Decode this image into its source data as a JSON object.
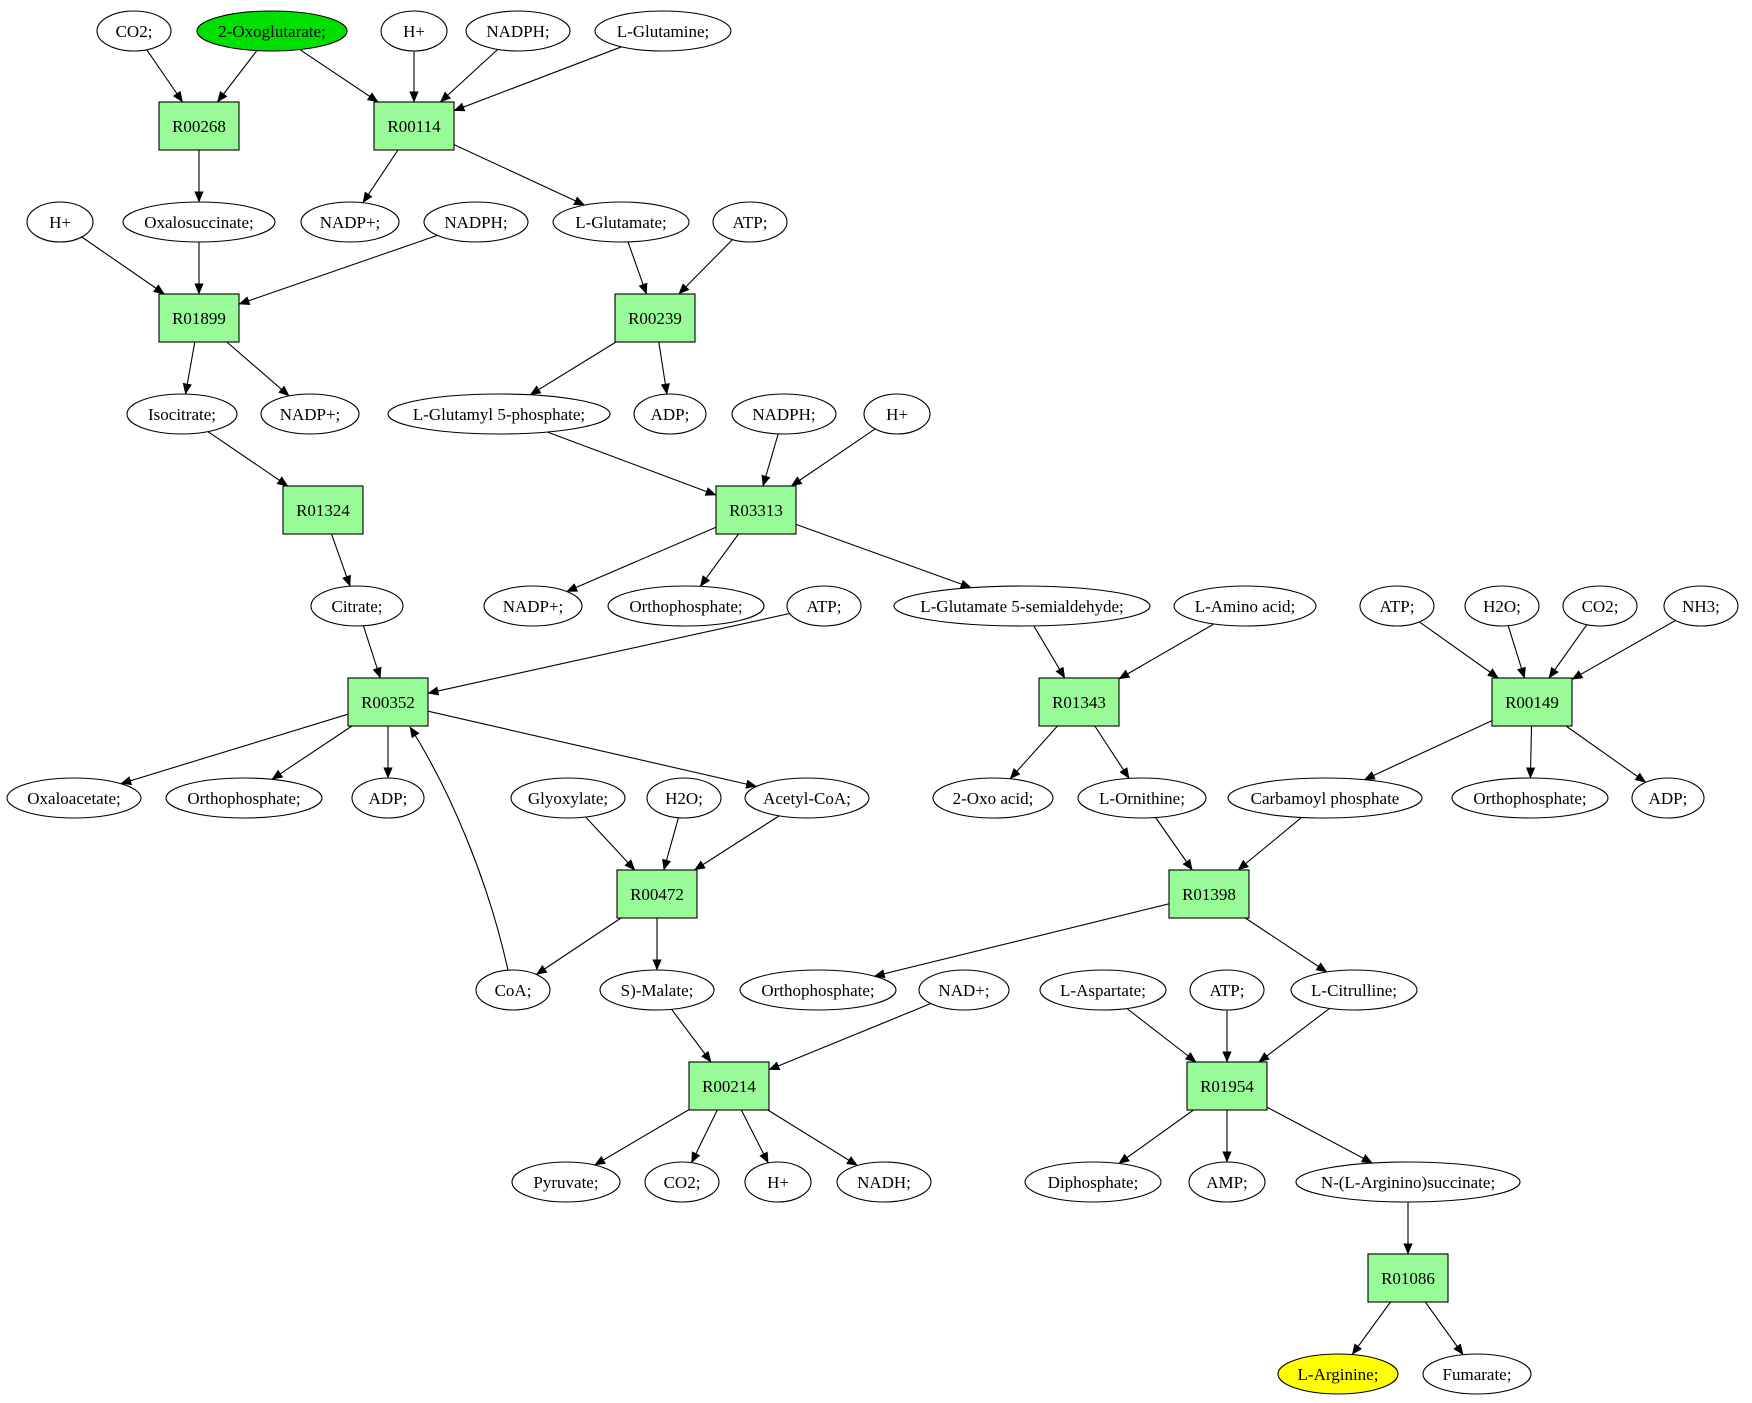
{
  "colors": {
    "reaction_fill": "#98fb98",
    "compound_fill": "#ffffff",
    "source_fill": "#00e000",
    "target_fill": "#ffff00",
    "stroke": "#000000"
  },
  "nodes": [
    {
      "id": "co2_1",
      "label": "CO2;",
      "kind": "compound"
    },
    {
      "id": "oxoglut",
      "label": "2-Oxoglutarate;",
      "kind": "source"
    },
    {
      "id": "hplus_1",
      "label": "H+",
      "kind": "compound"
    },
    {
      "id": "nadph_1",
      "label": "NADPH;",
      "kind": "compound"
    },
    {
      "id": "glutamine",
      "label": "L-Glutamine;",
      "kind": "compound"
    },
    {
      "id": "r00268",
      "label": "R00268",
      "kind": "reaction"
    },
    {
      "id": "r00114",
      "label": "R00114",
      "kind": "reaction"
    },
    {
      "id": "hplus_2",
      "label": "H+",
      "kind": "compound"
    },
    {
      "id": "oxalosucc",
      "label": "Oxalosuccinate;",
      "kind": "compound"
    },
    {
      "id": "nadpplus_1",
      "label": "NADP+;",
      "kind": "compound"
    },
    {
      "id": "nadph_2",
      "label": "NADPH;",
      "kind": "compound"
    },
    {
      "id": "glutamate",
      "label": "L-Glutamate;",
      "kind": "compound"
    },
    {
      "id": "atp_1",
      "label": "ATP;",
      "kind": "compound"
    },
    {
      "id": "r01899",
      "label": "R01899",
      "kind": "reaction"
    },
    {
      "id": "r00239",
      "label": "R00239",
      "kind": "reaction"
    },
    {
      "id": "isocitrate",
      "label": "Isocitrate;",
      "kind": "compound"
    },
    {
      "id": "nadpplus_2",
      "label": "NADP+;",
      "kind": "compound"
    },
    {
      "id": "glutamyl5p",
      "label": "L-Glutamyl 5-phosphate;",
      "kind": "compound"
    },
    {
      "id": "adp_1",
      "label": "ADP;",
      "kind": "compound"
    },
    {
      "id": "nadph_3",
      "label": "NADPH;",
      "kind": "compound"
    },
    {
      "id": "hplus_3",
      "label": "H+",
      "kind": "compound"
    },
    {
      "id": "r01324",
      "label": "R01324",
      "kind": "reaction"
    },
    {
      "id": "r03313",
      "label": "R03313",
      "kind": "reaction"
    },
    {
      "id": "citrate",
      "label": "Citrate;",
      "kind": "compound"
    },
    {
      "id": "nadpplus_3",
      "label": "NADP+;",
      "kind": "compound"
    },
    {
      "id": "orthop_1",
      "label": "Orthophosphate;",
      "kind": "compound"
    },
    {
      "id": "atp_2",
      "label": "ATP;",
      "kind": "compound"
    },
    {
      "id": "glusemi",
      "label": "L-Glutamate 5-semialdehyde;",
      "kind": "compound"
    },
    {
      "id": "lamino",
      "label": "L-Amino acid;",
      "kind": "compound"
    },
    {
      "id": "atp_3",
      "label": "ATP;",
      "kind": "compound"
    },
    {
      "id": "h2o_1",
      "label": "H2O;",
      "kind": "compound"
    },
    {
      "id": "co2_2",
      "label": "CO2;",
      "kind": "compound"
    },
    {
      "id": "nh3",
      "label": "NH3;",
      "kind": "compound"
    },
    {
      "id": "r00352",
      "label": "R00352",
      "kind": "reaction"
    },
    {
      "id": "r01343",
      "label": "R01343",
      "kind": "reaction"
    },
    {
      "id": "r00149",
      "label": "R00149",
      "kind": "reaction"
    },
    {
      "id": "oxaloacetate",
      "label": "Oxaloacetate;",
      "kind": "compound"
    },
    {
      "id": "orthop_2",
      "label": "Orthophosphate;",
      "kind": "compound"
    },
    {
      "id": "adp_2",
      "label": "ADP;",
      "kind": "compound"
    },
    {
      "id": "glyoxylate",
      "label": "Glyoxylate;",
      "kind": "compound"
    },
    {
      "id": "h2o_2",
      "label": "H2O;",
      "kind": "compound"
    },
    {
      "id": "acetylcoa",
      "label": "Acetyl-CoA;",
      "kind": "compound"
    },
    {
      "id": "oxoacid",
      "label": "2-Oxo acid;",
      "kind": "compound"
    },
    {
      "id": "ornithine",
      "label": "L-Ornithine;",
      "kind": "compound"
    },
    {
      "id": "carbamoyl",
      "label": "Carbamoyl phosphate",
      "kind": "compound"
    },
    {
      "id": "orthop_3",
      "label": "Orthophosphate;",
      "kind": "compound"
    },
    {
      "id": "adp_3",
      "label": "ADP;",
      "kind": "compound"
    },
    {
      "id": "r00472",
      "label": "R00472",
      "kind": "reaction"
    },
    {
      "id": "r01398",
      "label": "R01398",
      "kind": "reaction"
    },
    {
      "id": "coa",
      "label": "CoA;",
      "kind": "compound"
    },
    {
      "id": "smalate",
      "label": "S)-Malate;",
      "kind": "compound"
    },
    {
      "id": "orthop_4",
      "label": "Orthophosphate;",
      "kind": "compound"
    },
    {
      "id": "nadplus",
      "label": "NAD+;",
      "kind": "compound"
    },
    {
      "id": "aspartate",
      "label": "L-Aspartate;",
      "kind": "compound"
    },
    {
      "id": "atp_4",
      "label": "ATP;",
      "kind": "compound"
    },
    {
      "id": "citrulline",
      "label": "L-Citrulline;",
      "kind": "compound"
    },
    {
      "id": "r00214",
      "label": "R00214",
      "kind": "reaction"
    },
    {
      "id": "r01954",
      "label": "R01954",
      "kind": "reaction"
    },
    {
      "id": "pyruvate",
      "label": "Pyruvate;",
      "kind": "compound"
    },
    {
      "id": "co2_3",
      "label": "CO2;",
      "kind": "compound"
    },
    {
      "id": "hplus_4",
      "label": "H+",
      "kind": "compound"
    },
    {
      "id": "nadh",
      "label": "NADH;",
      "kind": "compound"
    },
    {
      "id": "diphosphate",
      "label": "Diphosphate;",
      "kind": "compound"
    },
    {
      "id": "amp",
      "label": "AMP;",
      "kind": "compound"
    },
    {
      "id": "arginosucc",
      "label": "N-(L-Arginino)succinate;",
      "kind": "compound"
    },
    {
      "id": "r01086",
      "label": "R01086",
      "kind": "reaction"
    },
    {
      "id": "arginine",
      "label": "L-Arginine;",
      "kind": "target"
    },
    {
      "id": "fumarate",
      "label": "Fumarate;",
      "kind": "compound"
    }
  ],
  "edges": [
    [
      "co2_1",
      "r00268"
    ],
    [
      "oxoglut",
      "r00268"
    ],
    [
      "oxoglut",
      "r00114"
    ],
    [
      "hplus_1",
      "r00114"
    ],
    [
      "nadph_1",
      "r00114"
    ],
    [
      "glutamine",
      "r00114"
    ],
    [
      "r00268",
      "oxalosucc"
    ],
    [
      "r00114",
      "nadpplus_1"
    ],
    [
      "r00114",
      "glutamate"
    ],
    [
      "hplus_2",
      "r01899"
    ],
    [
      "oxalosucc",
      "r01899"
    ],
    [
      "nadph_2",
      "r01899"
    ],
    [
      "glutamate",
      "r00239"
    ],
    [
      "atp_1",
      "r00239"
    ],
    [
      "r01899",
      "isocitrate"
    ],
    [
      "r01899",
      "nadpplus_2"
    ],
    [
      "r00239",
      "glutamyl5p"
    ],
    [
      "r00239",
      "adp_1"
    ],
    [
      "isocitrate",
      "r01324"
    ],
    [
      "glutamyl5p",
      "r03313"
    ],
    [
      "nadph_3",
      "r03313"
    ],
    [
      "hplus_3",
      "r03313"
    ],
    [
      "r01324",
      "citrate"
    ],
    [
      "r03313",
      "nadpplus_3"
    ],
    [
      "r03313",
      "orthop_1"
    ],
    [
      "r03313",
      "glusemi"
    ],
    [
      "citrate",
      "r00352"
    ],
    [
      "atp_2",
      "r00352"
    ],
    [
      "coa",
      "r00352"
    ],
    [
      "glusemi",
      "r01343"
    ],
    [
      "lamino",
      "r01343"
    ],
    [
      "atp_3",
      "r00149"
    ],
    [
      "h2o_1",
      "r00149"
    ],
    [
      "co2_2",
      "r00149"
    ],
    [
      "nh3",
      "r00149"
    ],
    [
      "r00352",
      "oxaloacetate"
    ],
    [
      "r00352",
      "orthop_2"
    ],
    [
      "r00352",
      "adp_2"
    ],
    [
      "r00352",
      "acetylcoa"
    ],
    [
      "r01343",
      "oxoacid"
    ],
    [
      "r01343",
      "ornithine"
    ],
    [
      "r00149",
      "carbamoyl"
    ],
    [
      "r00149",
      "orthop_3"
    ],
    [
      "r00149",
      "adp_3"
    ],
    [
      "glyoxylate",
      "r00472"
    ],
    [
      "h2o_2",
      "r00472"
    ],
    [
      "acetylcoa",
      "r00472"
    ],
    [
      "ornithine",
      "r01398"
    ],
    [
      "carbamoyl",
      "r01398"
    ],
    [
      "r00472",
      "coa"
    ],
    [
      "r00472",
      "smalate"
    ],
    [
      "r01398",
      "orthop_4"
    ],
    [
      "r01398",
      "citrulline"
    ],
    [
      "smalate",
      "r00214"
    ],
    [
      "nadplus",
      "r00214"
    ],
    [
      "aspartate",
      "r01954"
    ],
    [
      "atp_4",
      "r01954"
    ],
    [
      "citrulline",
      "r01954"
    ],
    [
      "r00214",
      "pyruvate"
    ],
    [
      "r00214",
      "co2_3"
    ],
    [
      "r00214",
      "hplus_4"
    ],
    [
      "r00214",
      "nadh"
    ],
    [
      "r01954",
      "diphosphate"
    ],
    [
      "r01954",
      "amp"
    ],
    [
      "r01954",
      "arginosucc"
    ],
    [
      "arginosucc",
      "r01086"
    ],
    [
      "r01086",
      "arginine"
    ],
    [
      "r01086",
      "fumarate"
    ]
  ]
}
